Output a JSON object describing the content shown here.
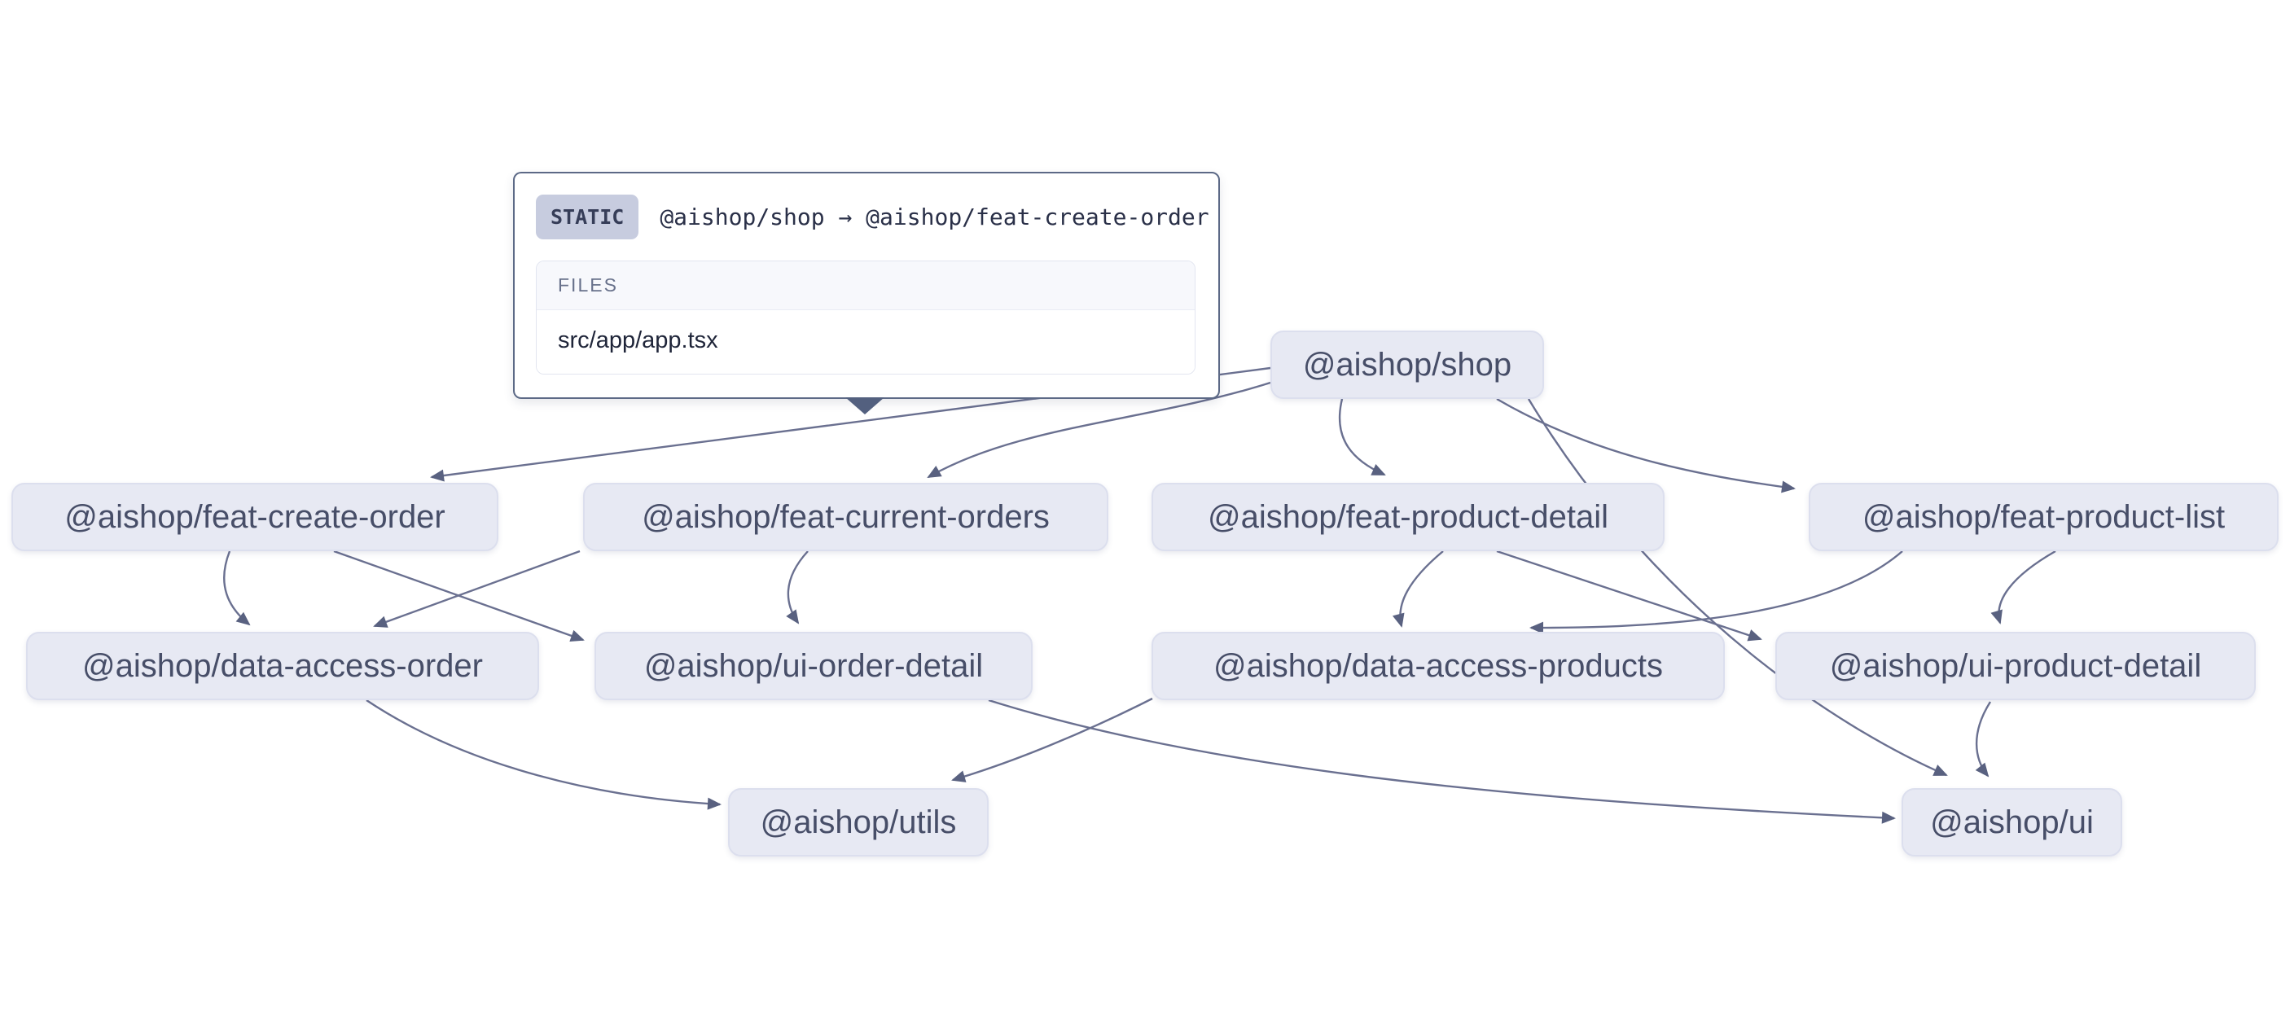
{
  "app": {
    "view": "project-dependency-graph"
  },
  "tooltip": {
    "badge": "STATIC",
    "edge_label": "@aishop/shop → @aishop/feat-create-order",
    "files_header": "FILES",
    "files": [
      "src/app/app.tsx"
    ]
  },
  "graph": {
    "nodes": [
      {
        "id": "shop",
        "label": "@aishop/shop"
      },
      {
        "id": "feat-create-order",
        "label": "@aishop/feat-create-order"
      },
      {
        "id": "feat-current-orders",
        "label": "@aishop/feat-current-orders"
      },
      {
        "id": "feat-product-detail",
        "label": "@aishop/feat-product-detail"
      },
      {
        "id": "feat-product-list",
        "label": "@aishop/feat-product-list"
      },
      {
        "id": "data-access-order",
        "label": "@aishop/data-access-order"
      },
      {
        "id": "ui-order-detail",
        "label": "@aishop/ui-order-detail"
      },
      {
        "id": "data-access-products",
        "label": "@aishop/data-access-products"
      },
      {
        "id": "ui-product-detail",
        "label": "@aishop/ui-product-detail"
      },
      {
        "id": "utils",
        "label": "@aishop/utils"
      },
      {
        "id": "ui",
        "label": "@aishop/ui"
      }
    ],
    "edges": [
      {
        "source": "shop",
        "target": "feat-create-order",
        "hovered": true
      },
      {
        "source": "shop",
        "target": "feat-current-orders"
      },
      {
        "source": "shop",
        "target": "feat-product-detail"
      },
      {
        "source": "shop",
        "target": "feat-product-list"
      },
      {
        "source": "shop",
        "target": "ui"
      },
      {
        "source": "feat-create-order",
        "target": "data-access-order"
      },
      {
        "source": "feat-create-order",
        "target": "ui-order-detail"
      },
      {
        "source": "feat-current-orders",
        "target": "data-access-order"
      },
      {
        "source": "feat-current-orders",
        "target": "ui-order-detail"
      },
      {
        "source": "feat-product-detail",
        "target": "data-access-products"
      },
      {
        "source": "feat-product-detail",
        "target": "ui-product-detail"
      },
      {
        "source": "feat-product-list",
        "target": "data-access-products"
      },
      {
        "source": "feat-product-list",
        "target": "ui-product-detail"
      },
      {
        "source": "data-access-order",
        "target": "utils"
      },
      {
        "source": "data-access-products",
        "target": "utils"
      },
      {
        "source": "ui-order-detail",
        "target": "ui"
      },
      {
        "source": "ui-product-detail",
        "target": "ui"
      }
    ]
  },
  "colors": {
    "node_bg": "#e7e9f3",
    "node_text": "#474e68",
    "edge_line": "#6a7090",
    "arrowhead": "#596180",
    "tooltip_border": "#5c6986",
    "badge_bg": "#c7ccdf",
    "files_header_bg": "#f7f8fc"
  }
}
